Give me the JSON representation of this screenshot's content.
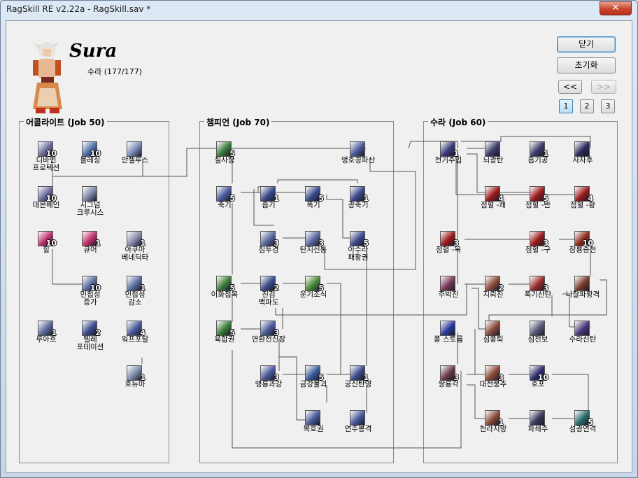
{
  "window": {
    "title": "RagSkill RE v2.22a - RagSkill.sav *",
    "close_glyph": "✕"
  },
  "header": {
    "job_name": "Sura",
    "job_sub": "수라 (177/177)"
  },
  "buttons": {
    "close": "닫기",
    "reset": "초기화",
    "prev": "<<",
    "next": ">>"
  },
  "pages": [
    "1",
    "2",
    "3"
  ],
  "groups": [
    "어콜라이트 (Job 50)",
    "챔피언 (Job 70)",
    "수라 (Job 60)"
  ],
  "skills": [
    {
      "name": "디바인\n프로텍션",
      "level": "10",
      "color": "#6a6a9a"
    },
    {
      "name": "블레싱",
      "level": "10",
      "color": "#4a6fa8"
    },
    {
      "name": "안젤루스",
      "level": "",
      "color": "#7a8ab8"
    },
    {
      "name": "데몬베인",
      "level": "10",
      "color": "#6a6a9a"
    },
    {
      "name": "시그넘\n크루시스",
      "level": "",
      "color": "#7d86a8"
    },
    {
      "name": "힐",
      "level": "10",
      "color": "#c0306a"
    },
    {
      "name": "큐어",
      "level": "1",
      "color": "#c0306a"
    },
    {
      "name": "아쿠아\n베네딕타",
      "level": "1",
      "color": "#8888aa"
    },
    {
      "name": "민첩성\n증가",
      "level": "10",
      "color": "#5a6fa0"
    },
    {
      "name": "민첩성\n감소",
      "level": "1",
      "color": "#5a6fa0"
    },
    {
      "name": "루아흐",
      "level": "1",
      "color": "#5a6a9a"
    },
    {
      "name": "텔레\n포테이션",
      "level": "2",
      "color": "#3a4a8a"
    },
    {
      "name": "워프포탈",
      "level": "4",
      "color": "#4a5a9a"
    },
    {
      "name": "흐뉴마",
      "level": "1",
      "color": "#7a8aa8"
    },
    {
      "name": "칠사장",
      "level": "5",
      "color": "#3a7a3a"
    },
    {
      "name": "맹호경파산",
      "level": "",
      "color": "#4a5a9a"
    },
    {
      "name": "축기",
      "level": "5",
      "color": "#4a5a9a"
    },
    {
      "name": "흡기",
      "level": "1",
      "color": "#3a4a8a"
    },
    {
      "name": "폭기",
      "level": "5",
      "color": "#3a4a8a"
    },
    {
      "name": "광축기",
      "level": "1",
      "color": "#3a4a8a"
    },
    {
      "name": "침투경",
      "level": "3",
      "color": "#5a6aa0"
    },
    {
      "name": "탄지신통",
      "level": "3",
      "color": "#5a6aa0"
    },
    {
      "name": "아수라\n패황권",
      "level": "5",
      "color": "#3a4a8a"
    },
    {
      "name": "이화접목",
      "level": "5",
      "color": "#3a7a3a"
    },
    {
      "name": "진검\n백파도",
      "level": "2",
      "color": "#3a4a8a"
    },
    {
      "name": "운기조식",
      "level": "5",
      "color": "#4a8a3a"
    },
    {
      "name": "육합권",
      "level": "5",
      "color": "#3a7a3a"
    },
    {
      "name": "연환전신장",
      "level": "3",
      "color": "#4a5a9a"
    },
    {
      "name": "맹룡과강",
      "level": "3",
      "color": "#4a5a9a"
    },
    {
      "name": "금강불괴",
      "level": "5",
      "color": "#3a5a9a"
    },
    {
      "name": "궁신탄영",
      "level": "1",
      "color": "#3a4a8a"
    },
    {
      "name": "복호권",
      "level": "",
      "color": "#4a5a9a"
    },
    {
      "name": "연주봉격",
      "level": "",
      "color": "#4a5a9a"
    },
    {
      "name": "전기주입",
      "level": "1",
      "color": "#3a3a7a"
    },
    {
      "name": "뇌광탄",
      "level": "",
      "color": "#3a3a6a"
    },
    {
      "name": "흡기공",
      "level": "1",
      "color": "#3a3a6a"
    },
    {
      "name": "사자후",
      "level": "",
      "color": "#2a2a5a"
    },
    {
      "name": "점혈 -쾌",
      "level": "4",
      "color": "#9a1a1a"
    },
    {
      "name": "점혈 -반",
      "level": "5",
      "color": "#9a1a1a"
    },
    {
      "name": "점혈 -황",
      "level": "4",
      "color": "#9a1a1a"
    },
    {
      "name": "점혈 -묵",
      "level": "3",
      "color": "#9a1a1a"
    },
    {
      "name": "점혈 -구",
      "level": "3",
      "color": "#9a1a1a"
    },
    {
      "name": "잠룡승천",
      "level": "10",
      "color": "#8a2a1a"
    },
    {
      "name": "주박진",
      "level": "",
      "color": "#7a3a5a"
    },
    {
      "name": "지뢰진",
      "level": "2",
      "color": "#8a4a3a"
    },
    {
      "name": "폭기산탄",
      "level": "3",
      "color": "#9a2a2a"
    },
    {
      "name": "나찰파황격",
      "level": "",
      "color": "#7a3a2a"
    },
    {
      "name": "풍 스토름",
      "level": "",
      "color": "#2a3a9a"
    },
    {
      "name": "섬풍퇴",
      "level": "",
      "color": "#8a4a3a"
    },
    {
      "name": "섬전보",
      "level": "",
      "color": "#5a5a7a"
    },
    {
      "name": "수라신탄",
      "level": "",
      "color": "#4a3a7a"
    },
    {
      "name": "쌍룡각",
      "level": "3",
      "color": "#6a3a4a"
    },
    {
      "name": "대전붕추",
      "level": "3",
      "color": "#8a4a3a"
    },
    {
      "name": "호포",
      "level": "10",
      "color": "#2a2a6a"
    },
    {
      "name": "천라지망",
      "level": "1",
      "color": "#8a4a3a"
    },
    {
      "name": "파쇄주",
      "level": "",
      "color": "#3a3a5a"
    },
    {
      "name": "섬광연격",
      "level": "5",
      "color": "#2a6a6a"
    }
  ]
}
